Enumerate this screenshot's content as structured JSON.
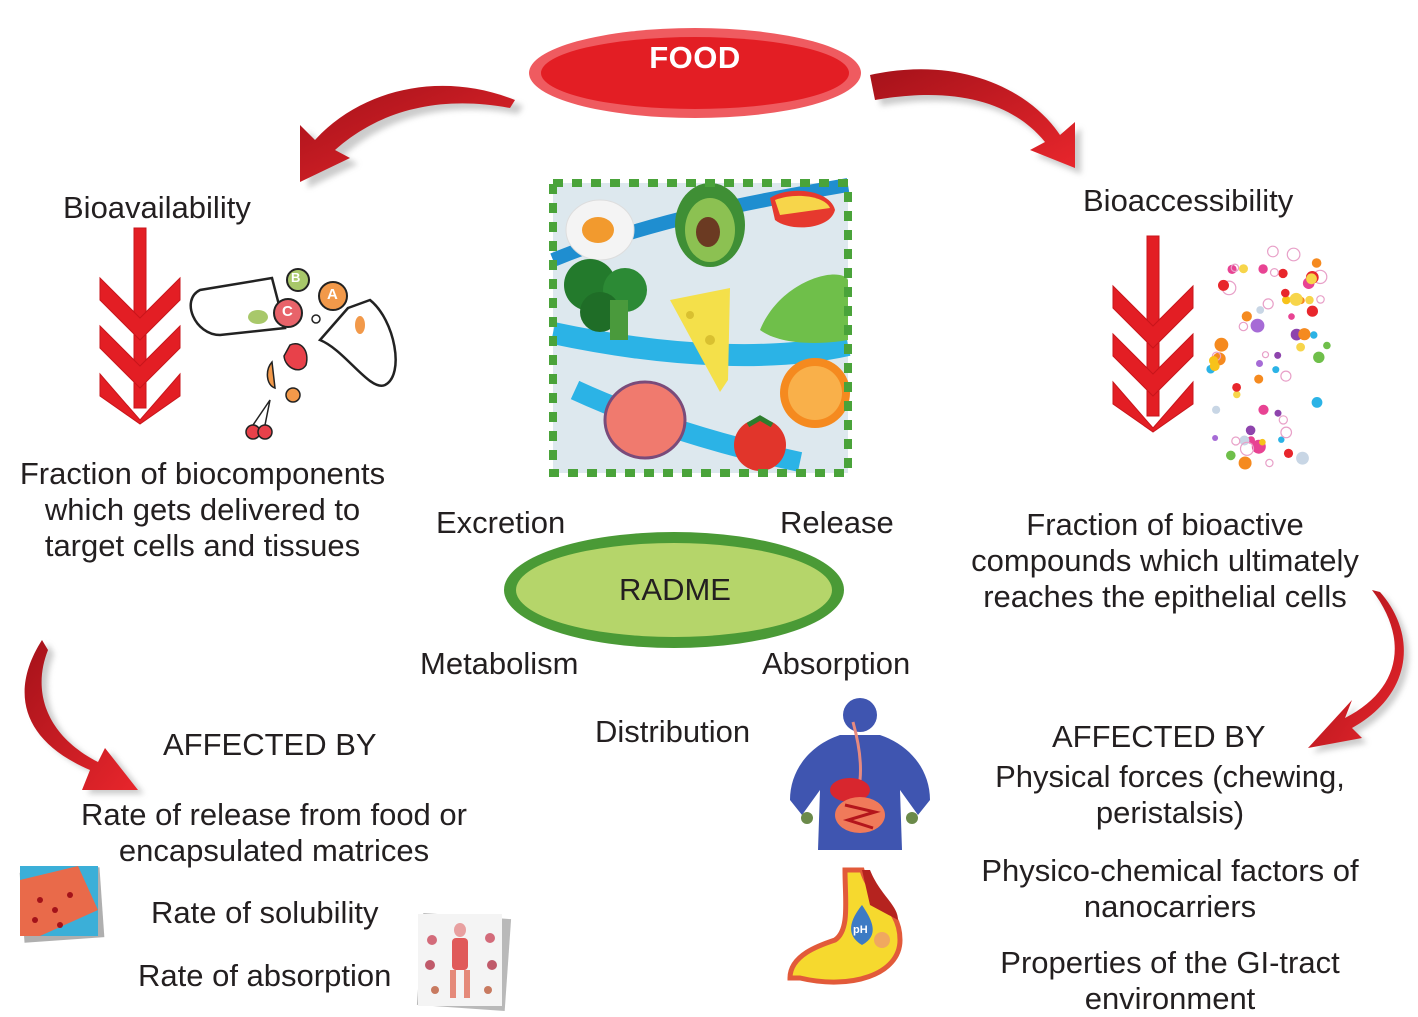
{
  "center": {
    "food_label": "FOOD",
    "radme_label": "RADME",
    "radme_stages": {
      "excretion": "Excretion",
      "release": "Release",
      "metabolism": "Metabolism",
      "absorption": "Absorption",
      "distribution": "Distribution"
    }
  },
  "left": {
    "title": "Bioavailability",
    "definition": [
      "Fraction of biocomponents",
      "which gets delivered to",
      "target cells and tissues"
    ],
    "affected_by": "AFFECTED BY",
    "factors": [
      [
        "Rate of release from food or",
        "encapsulated matrices"
      ],
      [
        "Rate of solubility"
      ],
      [
        "Rate of absorption"
      ]
    ],
    "capsule_vitamins": [
      "B",
      "A",
      "C"
    ]
  },
  "right": {
    "title": "Bioaccessibility",
    "definition": [
      "Fraction of bioactive",
      "compounds which ultimately",
      "reaches the epithelial cells"
    ],
    "affected_by": "AFFECTED BY",
    "factors": [
      [
        "Physical forces (chewing,",
        "peristalsis)"
      ],
      [
        "Physico-chemical factors of",
        "nanocarriers"
      ],
      [
        "Properties of the GI-tract",
        "environment"
      ]
    ],
    "stomach_badge": "pH"
  },
  "colors": {
    "food_fill": "#e31e24",
    "food_ring": "#ef5b60",
    "radme_fill": "#b5d56a",
    "radme_ring": "#4a9a36",
    "arrow_red": "#d7191f",
    "text": "#231f20"
  }
}
